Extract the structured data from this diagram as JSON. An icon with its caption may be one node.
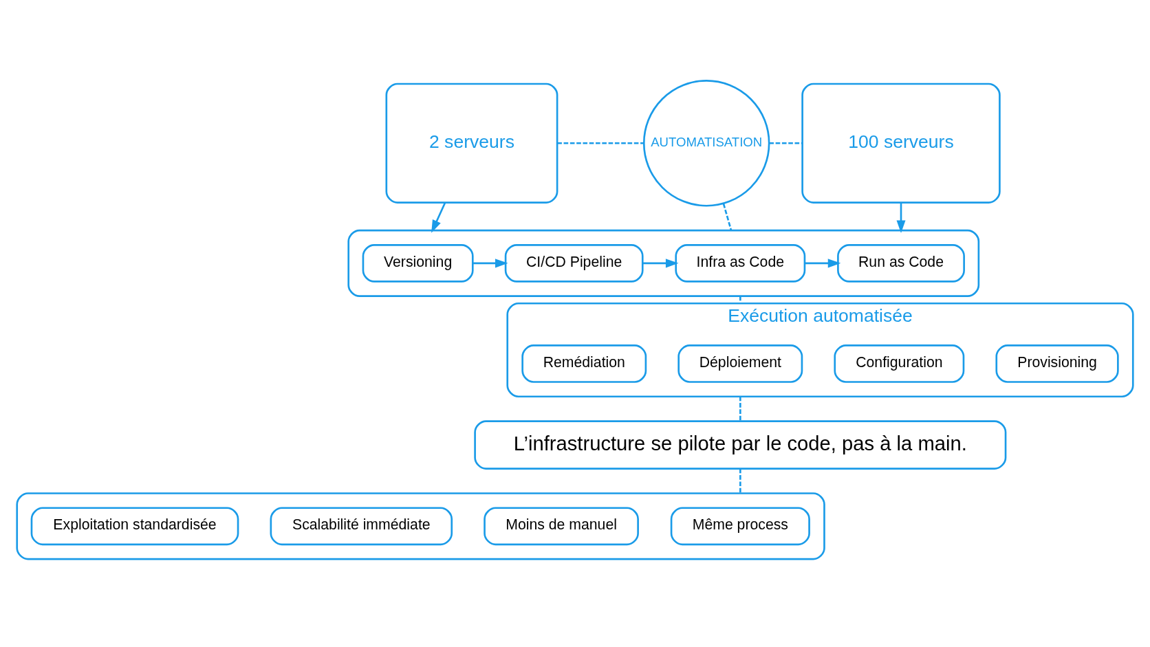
{
  "diagram": {
    "nodes": [
      {
        "text": [
          "2 serveurs"
        ]
      },
      {
        "text": [
          "100 serveurs"
        ]
      },
      {
        "text": [
          "AUTOMATISATION"
        ]
      },
      {
        "text": [],
        "shape": "box"
      },
      {
        "text": [
          "Versioning"
        ],
        "in": 3
      },
      {
        "text": [
          "CI/CD Pipeline"
        ],
        "in": 3
      },
      {
        "text": [
          "Infra as Code"
        ],
        "in": 3
      },
      {
        "text": [
          "Run as Code"
        ],
        "in": 3
      },
      {
        "text": [
          "Exécution automatisée"
        ]
      },
      {
        "text": [
          "Provisioning"
        ],
        "in": 8
      },
      {
        "text": [
          "Configuration"
        ],
        "in": 8
      },
      {
        "text": [
          "Déploiement"
        ],
        "in": 8
      },
      {
        "text": [
          "Remédiation"
        ],
        "in": 8
      },
      {
        "text": [
          "L’infrastructure se pilote par le code, pas à la main."
        ]
      },
      {
        "text": [],
        "shape": "box"
      },
      {
        "text": [
          "Même process"
        ],
        "in": 14
      },
      {
        "text": [
          "Moins de manuel"
        ],
        "in": 14
      },
      {
        "text": [
          "Scalabilité immédiate"
        ],
        "in": 14
      },
      {
        "text": [
          "Exploitation standardisée"
        ],
        "in": 14
      }
    ],
    "edges": [
      {
        "from": 0,
        "to": 2,
        "arrow": "none",
        "style": "dashed"
      },
      {
        "from": 2,
        "to": 1,
        "arrow": "none",
        "style": "dashed"
      },
      {
        "from": 0,
        "to": 3,
        "arrow": "to"
      },
      {
        "from": 1,
        "to": 3,
        "arrow": "to"
      },
      {
        "from": 4,
        "to": 5,
        "arrow": "to"
      },
      {
        "from": 5,
        "to": 6,
        "arrow": "to"
      },
      {
        "from": 6,
        "to": 7,
        "arrow": "to"
      },
      {
        "from": 2,
        "to": 3,
        "arrow": "none",
        "style": "dashed"
      },
      {
        "from": 3,
        "to": 8,
        "arrow": "none",
        "style": "dashed"
      },
      {
        "from": 8,
        "to": 13,
        "arrow": "none",
        "style": "dashed"
      },
      {
        "from": 13,
        "to": 14,
        "arrow": "none",
        "style": "dashed"
      }
    ]
  }
}
